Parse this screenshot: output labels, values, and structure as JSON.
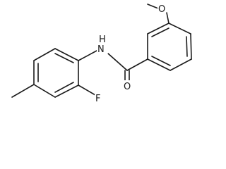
{
  "molecule": {
    "atoms": {
      "methoxy_o": "O",
      "amide_n": "N",
      "amide_h": "H",
      "carbonyl_o": "O",
      "fluorine": "F"
    }
  }
}
